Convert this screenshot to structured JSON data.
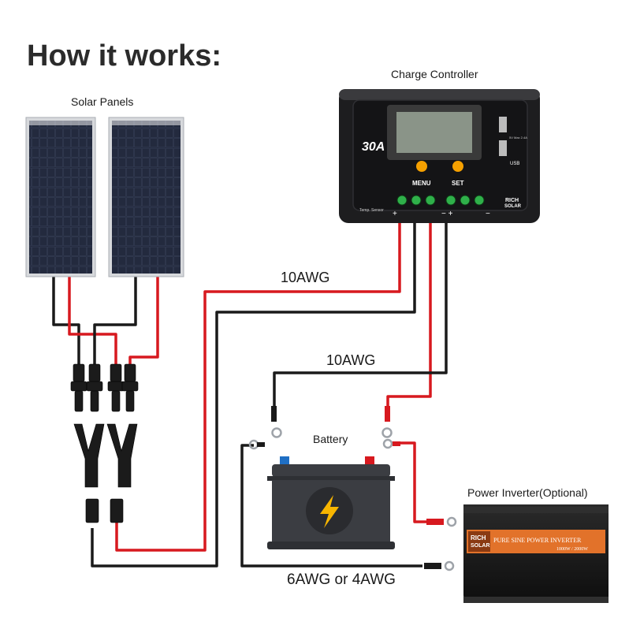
{
  "title": "How it works:",
  "labels": {
    "solar_panels": "Solar Panels",
    "charge_controller": "Charge Controller",
    "battery": "Battery",
    "inverter": "Power Inverter(Optional)"
  },
  "wires": {
    "pv_gauge": "10AWG",
    "battery_gauge": "10AWG",
    "inverter_gauge": "6AWG or 4AWG"
  },
  "controller": {
    "rating": "30A",
    "menu_label": "MENU",
    "set_label": "SET",
    "usb_label": "USB",
    "usb_spec": "5V Max 2.4A",
    "temp_sensor_label": "Temp. Sensor",
    "brand_line1": "RICH",
    "brand_line2": "SOLAR"
  },
  "inverter": {
    "brand_line1": "RICH",
    "brand_line2": "SOLAR",
    "model": "PURE SINE POWER INVERTER",
    "rating": "1000W / 2000W"
  },
  "colors": {
    "positive_wire": "#d7191f",
    "negative_wire": "#1a1a1a",
    "panel": "#1c2130",
    "controller_body": "#1d1d1f",
    "lcd": "#8a9488",
    "button": "#f5a000",
    "terminal": "#2fb04a",
    "battery_body": "#3b3d42",
    "bolt": "#f7b500",
    "inverter_stripe": "#e2722a"
  }
}
